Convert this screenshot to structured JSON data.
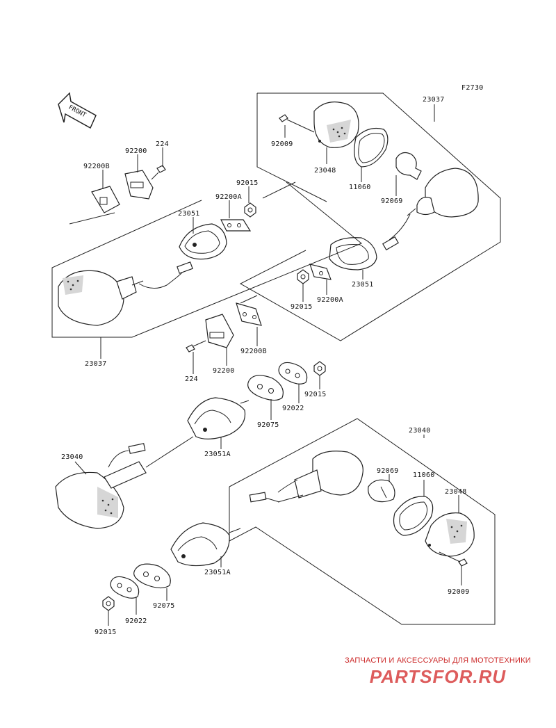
{
  "figure_code": "F2730",
  "front_label": "FRONT",
  "watermark": {
    "subtitle": "ЗАПЧАСТИ И АКСЕССУАРЫ ДЛЯ МОТОТЕХНИКИ",
    "logo": "PARTSFOR.RU"
  },
  "callouts": {
    "p23037_right": "23037",
    "p23037_left": "23037",
    "p92009_top": "92009",
    "p23048_top": "23048",
    "p11060_top": "11060",
    "p92069_top": "92069",
    "p23051_right": "23051",
    "p92200a_right": "92200A",
    "p92015_right": "92015",
    "p224_top": "224",
    "p92200_top": "92200",
    "p92200b_top": "92200B",
    "p92015_top": "92015",
    "p92200a_top": "92200A",
    "p23051_left": "23051",
    "p92200b_mid": "92200B",
    "p92200_mid": "92200",
    "p224_mid": "224",
    "p92015_mid": "92015",
    "p92022_mid": "92022",
    "p92075_mid": "92075",
    "p23051a_mid": "23051A",
    "p23040_left": "23040",
    "p23040_right": "23040",
    "p92069_bot": "92069",
    "p11060_bot": "11060",
    "p23048_bot": "23048",
    "p92009_bot": "92009",
    "p23051a_bot": "23051A",
    "p92075_bot": "92075",
    "p92022_bot": "92022",
    "p92015_bot": "92015"
  }
}
